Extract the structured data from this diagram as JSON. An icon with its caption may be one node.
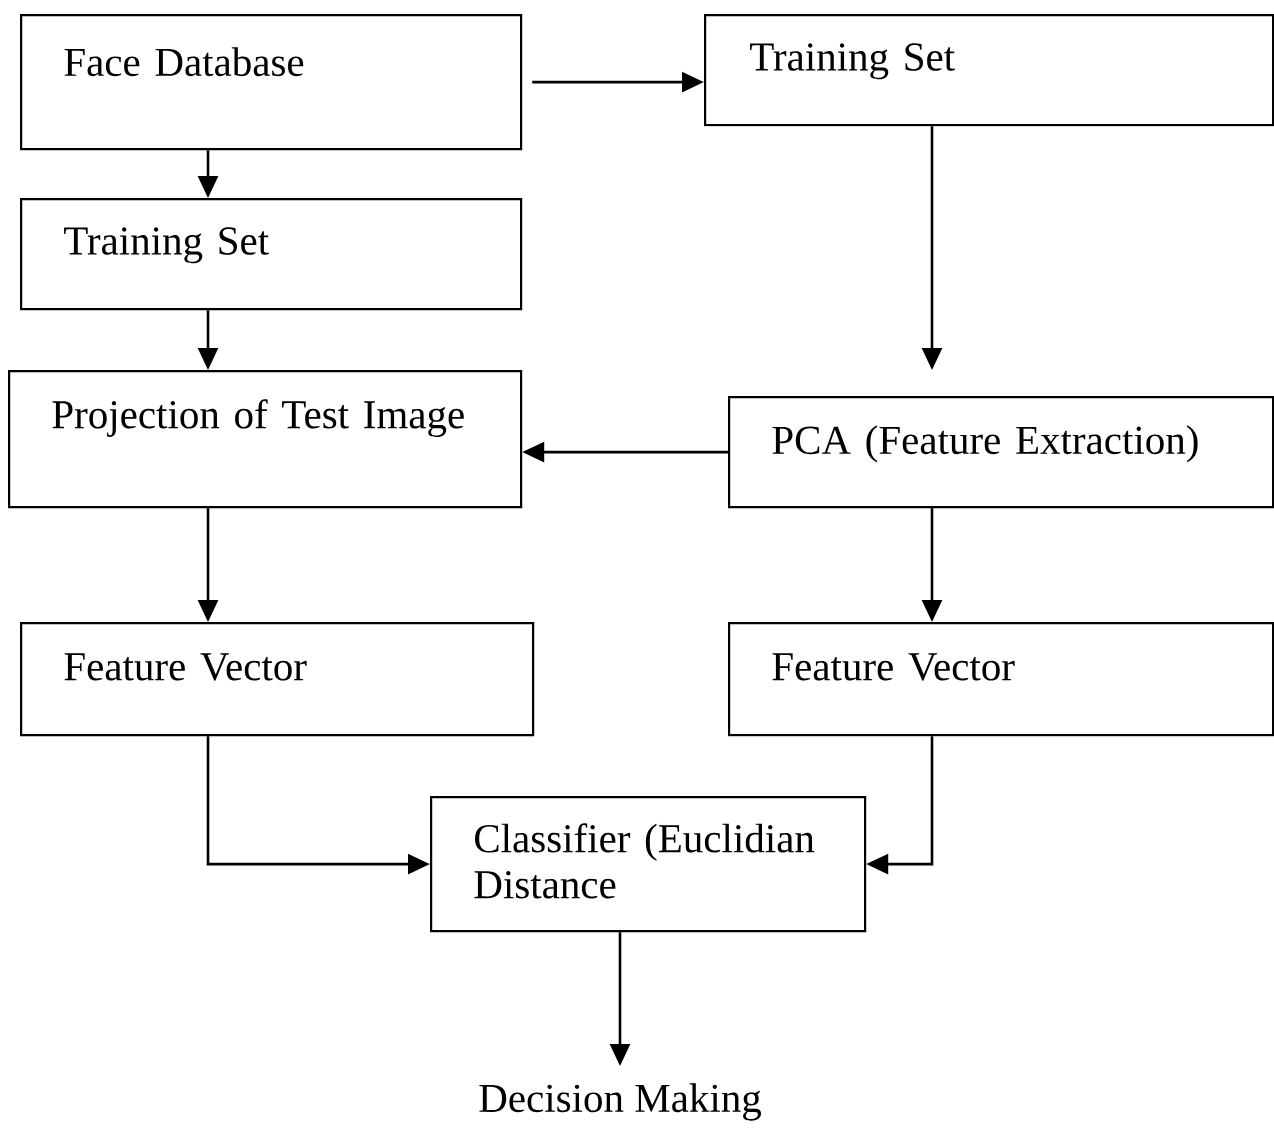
{
  "diagram": {
    "nodes": [
      {
        "text": [
          "Face Database"
        ]
      },
      {
        "text": [
          "Training Set"
        ]
      },
      {
        "text": [
          "Training Set"
        ]
      },
      {
        "text": [
          "Projection of Test Image"
        ]
      },
      {
        "text": [
          "PCA (Feature Extraction)"
        ]
      },
      {
        "text": [
          "Feature Vector"
        ]
      },
      {
        "text": [
          "Feature Vector"
        ]
      },
      {
        "text": [
          "Classifier (Euclidian Distance"
        ]
      },
      {
        "text": [
          "Decision Making"
        ]
      }
    ],
    "edges": [
      {
        "from": 0,
        "to": 1,
        "arrow": "to"
      },
      {
        "from": 0,
        "to": 2,
        "arrow": "to"
      },
      {
        "from": 2,
        "to": 3,
        "arrow": "to"
      },
      {
        "from": 1,
        "to": 4,
        "arrow": "to"
      },
      {
        "from": 4,
        "to": 3,
        "arrow": "to"
      },
      {
        "from": 3,
        "to": 5,
        "arrow": "to"
      },
      {
        "from": 4,
        "to": 6,
        "arrow": "to"
      },
      {
        "from": 5,
        "to": 7,
        "arrow": "to"
      },
      {
        "from": 6,
        "to": 7,
        "arrow": "to"
      },
      {
        "from": 7,
        "to": 8,
        "arrow": "to"
      }
    ]
  }
}
